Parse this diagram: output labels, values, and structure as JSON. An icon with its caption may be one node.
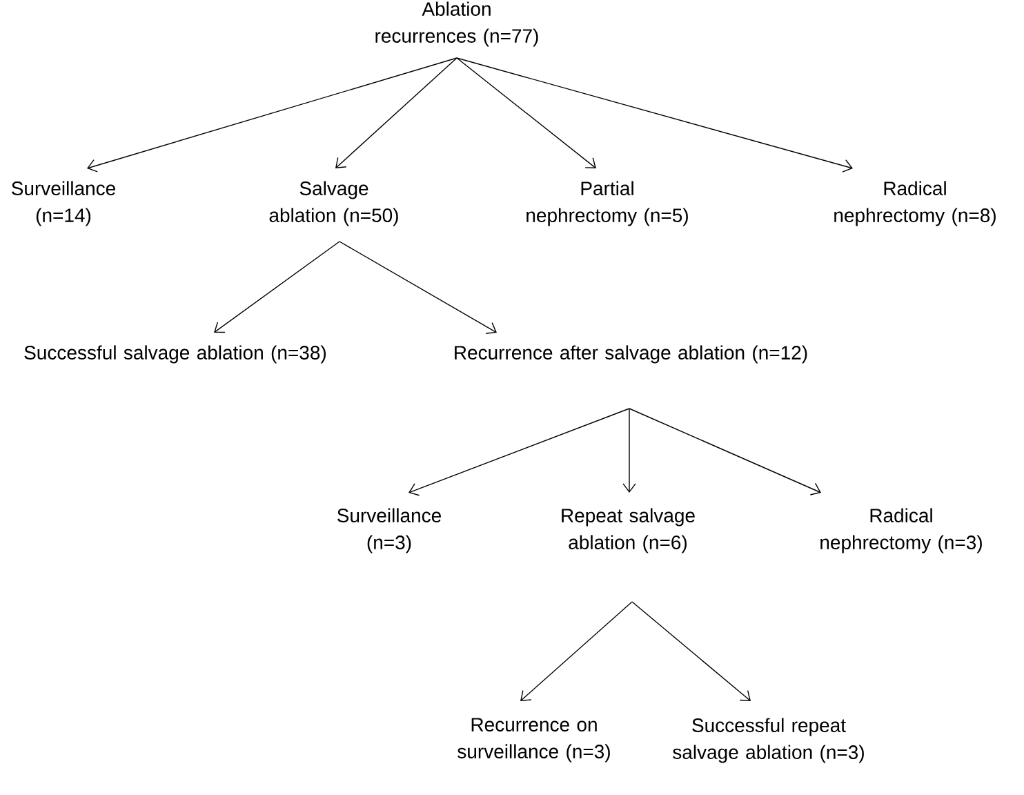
{
  "diagram": {
    "nodes": [
      {
        "text": [
          "Ablation recurrences (n=77)"
        ]
      },
      {
        "text": [
          "Surveillance (n=14)"
        ]
      },
      {
        "text": [
          "Salvage ablation (n=50)"
        ]
      },
      {
        "text": [
          "Partial nephrectomy (n=5)"
        ]
      },
      {
        "text": [
          "Radical nephrectomy (n=8)"
        ]
      },
      {
        "text": [
          "Successful salvage ablation (n=38)"
        ]
      },
      {
        "text": [
          "Recurrence after salvage ablation (n=12)"
        ]
      },
      {
        "text": [
          "Surveillance (n=3)"
        ]
      },
      {
        "text": [
          "Repeat salvage ablation (n=6)"
        ]
      },
      {
        "text": [
          "Radical nephrectomy (n=3)"
        ]
      },
      {
        "text": [
          "Recurrence on surveillance (n=3)"
        ]
      },
      {
        "text": [
          "Successful repeat salvage ablation (n=3)"
        ]
      }
    ],
    "edges": [
      {
        "from": 0,
        "to": 1,
        "arrow": "to"
      },
      {
        "from": 0,
        "to": 2,
        "arrow": "to"
      },
      {
        "from": 0,
        "to": 3,
        "arrow": "to"
      },
      {
        "from": 0,
        "to": 4,
        "arrow": "to"
      },
      {
        "from": 2,
        "to": 5,
        "arrow": "to"
      },
      {
        "from": 2,
        "to": 6,
        "arrow": "to"
      },
      {
        "from": 6,
        "to": 7,
        "arrow": "to"
      },
      {
        "from": 6,
        "to": 8,
        "arrow": "to"
      },
      {
        "from": 6,
        "to": 9,
        "arrow": "to"
      },
      {
        "from": 8,
        "to": 10,
        "arrow": "to"
      },
      {
        "from": 8,
        "to": 11,
        "arrow": "to"
      }
    ]
  }
}
